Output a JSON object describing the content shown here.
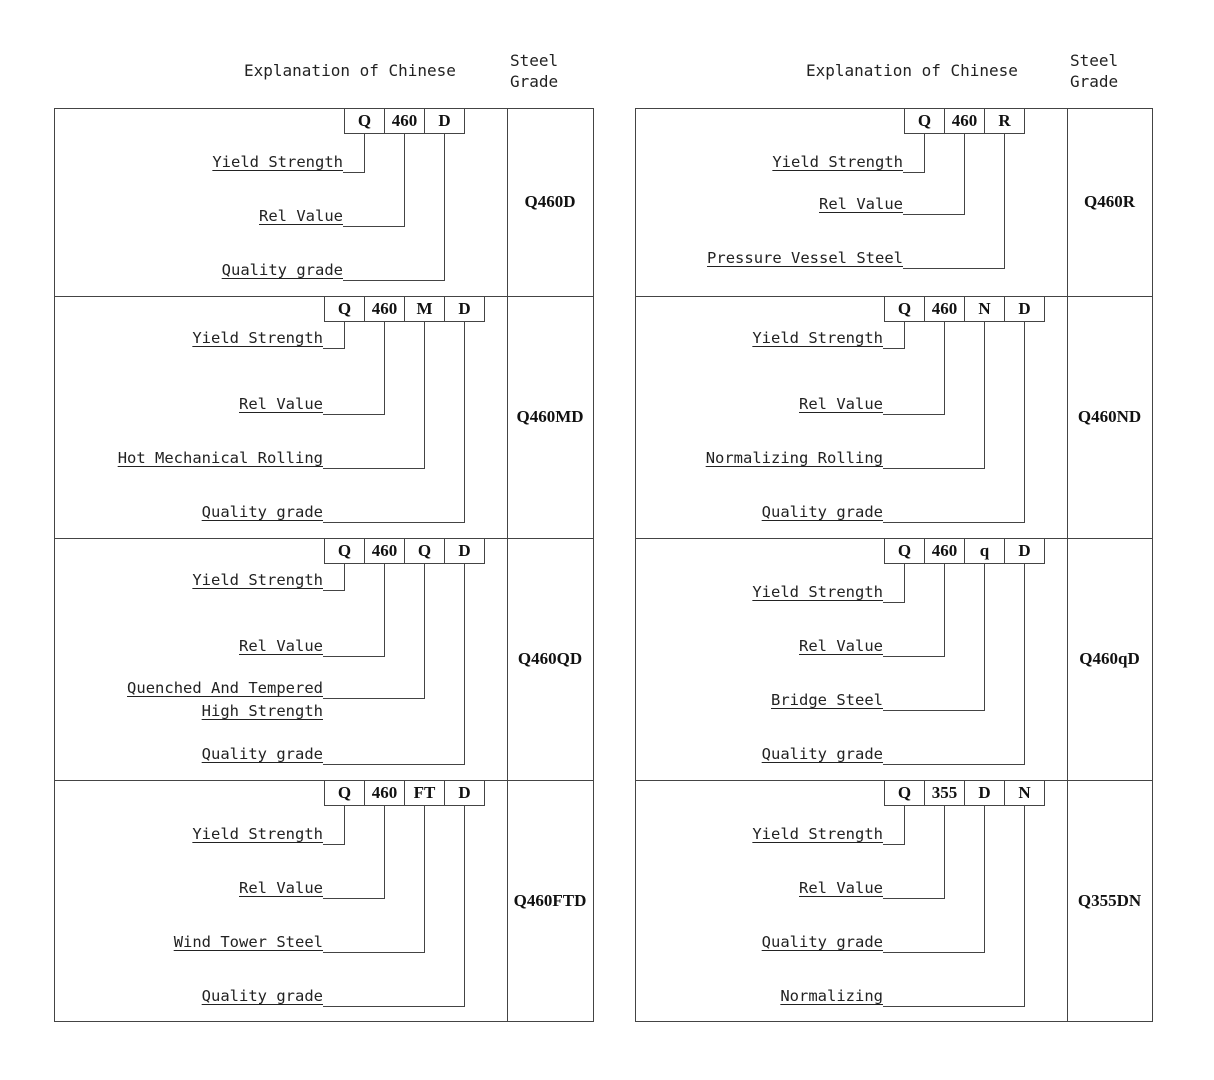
{
  "columns": {
    "explanation_header": "Explanation of Chinese",
    "grade_header_line1": "Steel",
    "grade_header_line2": "Grade"
  },
  "panels": [
    {
      "rows": [
        {
          "grade": "Q460D",
          "codes": [
            "Q",
            "460",
            "D"
          ],
          "labels": [
            {
              "text": [
                "Yield Strength"
              ],
              "code": 0
            },
            {
              "text": [
                "Rel Value"
              ],
              "code": 1
            },
            {
              "text": [
                "Quality grade"
              ],
              "code": 2
            }
          ]
        },
        {
          "grade": "Q460MD",
          "codes": [
            "Q",
            "460",
            "M",
            "D"
          ],
          "labels": [
            {
              "text": [
                "Yield Strength"
              ],
              "code": 0
            },
            {
              "text": [
                "Rel Value"
              ],
              "code": 1
            },
            {
              "text": [
                "Hot Mechanical Rolling"
              ],
              "code": 2
            },
            {
              "text": [
                "Quality grade"
              ],
              "code": 3
            }
          ]
        },
        {
          "grade": "Q460QD",
          "codes": [
            "Q",
            "460",
            "Q",
            "D"
          ],
          "labels": [
            {
              "text": [
                "Yield Strength"
              ],
              "code": 0
            },
            {
              "text": [
                "Rel Value"
              ],
              "code": 1
            },
            {
              "text": [
                "Quenched And Tempered",
                "High Strength"
              ],
              "code": 2
            },
            {
              "text": [
                "Quality grade"
              ],
              "code": 3
            }
          ]
        },
        {
          "grade": "Q460FTD",
          "codes": [
            "Q",
            "460",
            "FT",
            "D"
          ],
          "labels": [
            {
              "text": [
                "Yield Strength"
              ],
              "code": 0
            },
            {
              "text": [
                "Rel Value"
              ],
              "code": 1
            },
            {
              "text": [
                "Wind Tower Steel"
              ],
              "code": 2
            },
            {
              "text": [
                "Quality grade"
              ],
              "code": 3
            }
          ]
        }
      ]
    },
    {
      "rows": [
        {
          "grade": "Q460R",
          "codes": [
            "Q",
            "460",
            "R"
          ],
          "labels": [
            {
              "text": [
                "Yield Strength"
              ],
              "code": 0
            },
            {
              "text": [
                "Rel Value"
              ],
              "code": 1
            },
            {
              "text": [
                "Pressure Vessel Steel"
              ],
              "code": 2
            }
          ]
        },
        {
          "grade": "Q460ND",
          "codes": [
            "Q",
            "460",
            "N",
            "D"
          ],
          "labels": [
            {
              "text": [
                "Yield Strength"
              ],
              "code": 0
            },
            {
              "text": [
                "Rel Value"
              ],
              "code": 1
            },
            {
              "text": [
                "Normalizing Rolling"
              ],
              "code": 2
            },
            {
              "text": [
                "Quality grade"
              ],
              "code": 3
            }
          ]
        },
        {
          "grade": "Q460qD",
          "codes": [
            "Q",
            "460",
            "q",
            "D"
          ],
          "labels": [
            {
              "text": [
                "Yield Strength"
              ],
              "code": 0
            },
            {
              "text": [
                "Rel Value"
              ],
              "code": 1
            },
            {
              "text": [
                "Bridge Steel"
              ],
              "code": 2
            },
            {
              "text": [
                "Quality grade"
              ],
              "code": 3
            }
          ]
        },
        {
          "grade": "Q355DN",
          "codes": [
            "Q",
            "355",
            "D",
            "N"
          ],
          "labels": [
            {
              "text": [
                "Yield Strength"
              ],
              "code": 0
            },
            {
              "text": [
                "Rel Value"
              ],
              "code": 1
            },
            {
              "text": [
                "Quality grade"
              ],
              "code": 2
            },
            {
              "text": [
                "Normalizing"
              ],
              "code": 3
            }
          ]
        }
      ]
    }
  ]
}
